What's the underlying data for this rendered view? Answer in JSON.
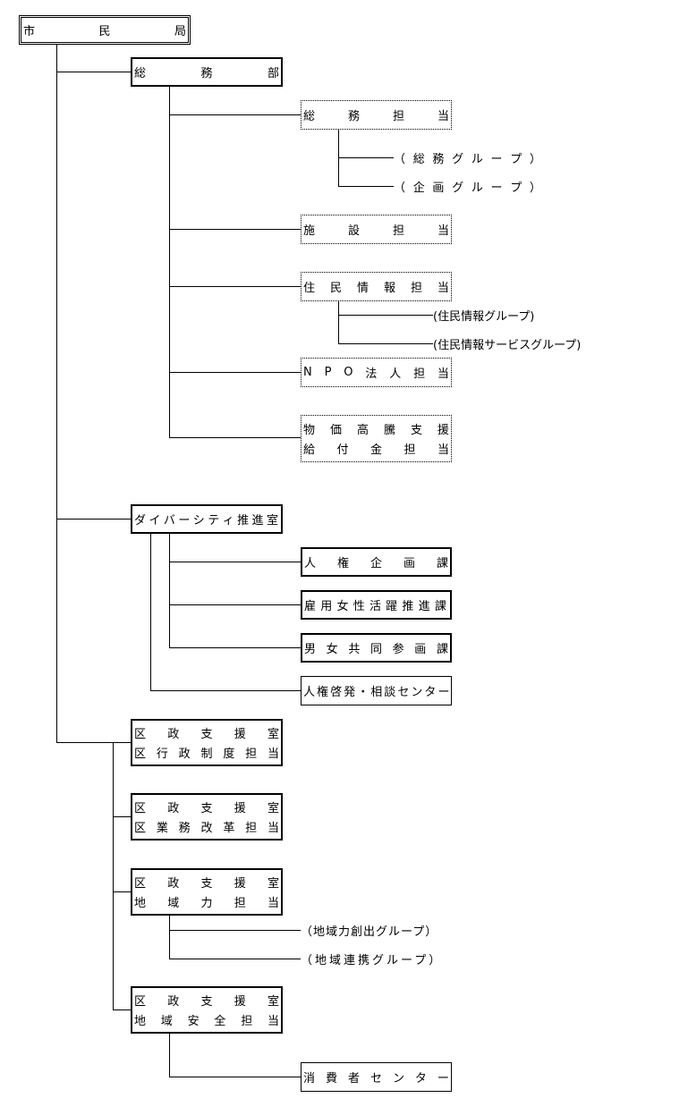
{
  "root": {
    "lines": [
      "市　　　民　　　局"
    ]
  },
  "somu": {
    "label": [
      "総　　　務　　　部"
    ],
    "somu_tanto": [
      "総　　務　　担　　当"
    ],
    "somu_group": "（総務グループ）",
    "kikaku_group": "（企画グループ）",
    "shisetsu_tanto": [
      "施　　設　　担　　当"
    ],
    "jumin_tanto": [
      "住　民　情　報　担　当"
    ],
    "jumin_group": "(住民情報グループ)",
    "jumin_service_group": "(住民情報サービスグループ)",
    "npo_tanto": [
      "NPO　法　人　担　当"
    ],
    "bukka_tanto": [
      "物　価　高　騰　支　援",
      "給　付　金　担　当"
    ]
  },
  "diversity": {
    "label": [
      "ダイバーシティ推進室"
    ],
    "jinken_kikaku": [
      "人　権　企　画　課"
    ],
    "koyo_josei": [
      "雇用女性活躍推進課"
    ],
    "danjo": [
      "男　女　共　同　参　画　課"
    ],
    "jinken_center": [
      "人権啓発・相談センター"
    ]
  },
  "kusei": {
    "gyosei": [
      "区　政　支　援　室",
      "区　行　政　制　度　担　当"
    ],
    "gyomu": [
      "区　政　支　援　室",
      "区　業　務　改　革　担　当"
    ],
    "chiiki": [
      "区　政　支　援　室",
      "地　域　力　担　当"
    ],
    "chiiki_sosyutsu_group": "（地域力創出グループ）",
    "chiiki_renkei_group": "（地域連携グループ）",
    "anzen": [
      "区　政　支　援　室",
      "地　域　安　全　担　当"
    ],
    "shohisha_center": [
      "消　費　者　セ　ン　タ　ー"
    ]
  }
}
